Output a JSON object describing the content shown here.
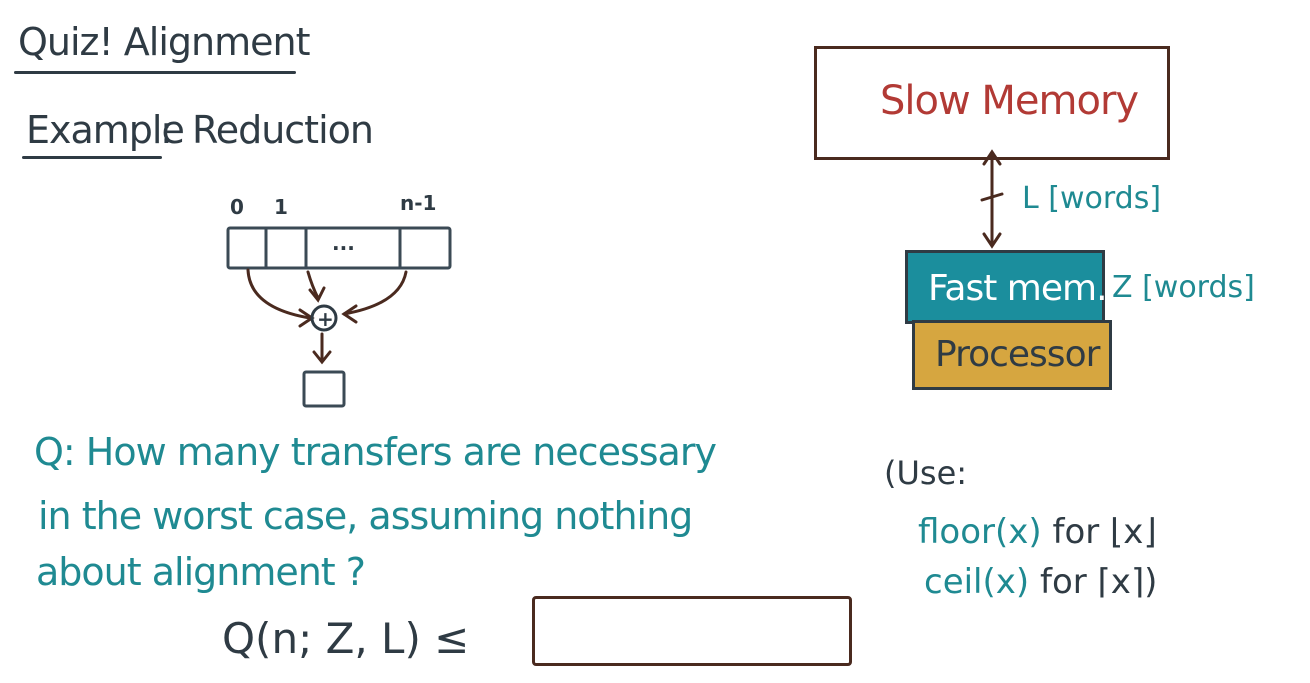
{
  "title": "Quiz! Alignment",
  "example": {
    "label": "Example",
    "separator": ":",
    "value": "Reduction"
  },
  "reduction": {
    "index_labels": [
      "0",
      "1",
      "n-1"
    ],
    "ellipsis": "...",
    "operator": "+"
  },
  "question": {
    "line1": "Q: How many transfers are necessary",
    "line2": "in the worst case, assuming nothing",
    "line3": "about alignment ?"
  },
  "formula": "Q(n; Z, L) ≤",
  "memory": {
    "slow_label": "Slow Memory",
    "transfer_label": "L [words]",
    "fast_label": "Fast mem.",
    "fast_size_label": "Z [words]",
    "processor_label": "Processor"
  },
  "hint": {
    "title": "(Use:",
    "floor_fn": "floor(x)",
    "floor_for": "for",
    "floor_sym": "⌊x⌋",
    "ceil_fn": "ceil(x)",
    "ceil_for": "for",
    "ceil_sym": "⌈x⌉)"
  },
  "colors": {
    "ink": "#2f3b44",
    "teal": "#1f8a92",
    "slow_memory_text": "#b23a35",
    "fast_mem_fill": "#1b8e9d",
    "processor_fill": "#d6a640",
    "box_border": "#4a2a1f"
  }
}
